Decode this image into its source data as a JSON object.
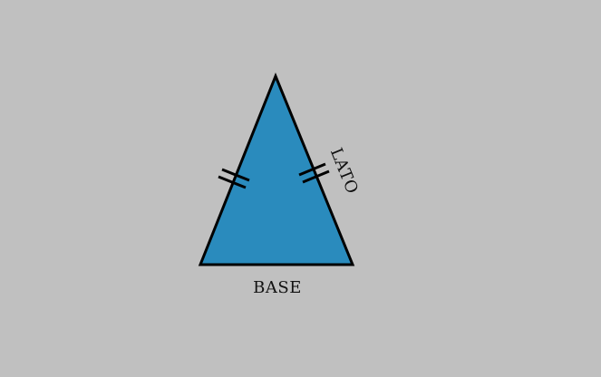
{
  "diagram": {
    "background_color": "#c0c0c0",
    "triangle": {
      "fill_color": "#2a8bbd",
      "stroke_color": "#000000",
      "type": "isosceles"
    },
    "labels": {
      "side": "LATO",
      "base": "BASE"
    },
    "equal_side_marks": 2
  }
}
